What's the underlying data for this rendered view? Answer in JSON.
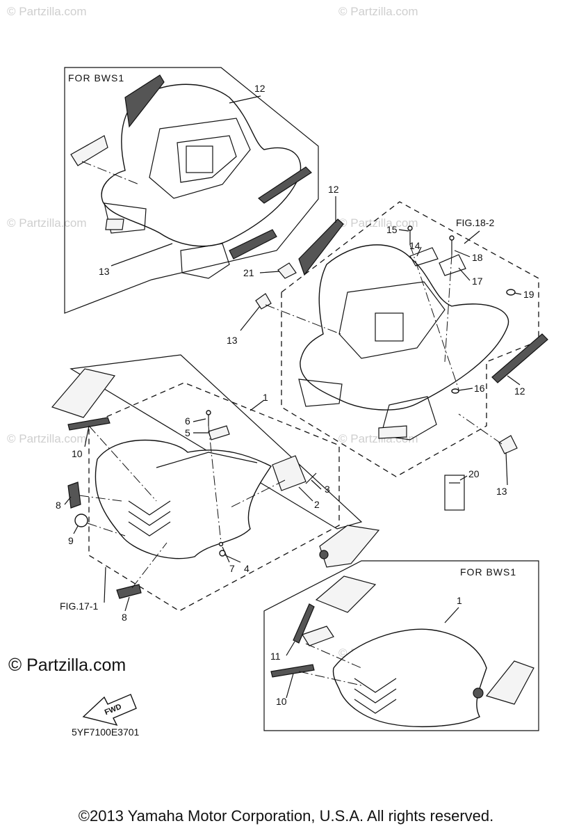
{
  "watermarks": [
    "© Partzilla.com",
    "© Partzilla.com",
    "© Partzilla.com",
    "© Partzilla.com",
    "© Partzilla.com",
    "© Partzilla.com",
    "© Partzilla.com"
  ],
  "boxes": {
    "top_left_header": "FOR  BWS1",
    "bottom_right_header": "FOR  BWS1"
  },
  "figure_refs": {
    "rear": "FIG.18-2",
    "front": "FIG.17-1"
  },
  "callouts": {
    "n1a": "1",
    "n1b": "1",
    "n2": "2",
    "n3": "3",
    "n4": "4",
    "n5": "5",
    "n6": "6",
    "n7": "7",
    "n8a": "8",
    "n8b": "8",
    "n9": "9",
    "n10a": "10",
    "n10b": "10",
    "n11": "11",
    "n12a": "12",
    "n12b": "12",
    "n12c": "12",
    "n13a": "13",
    "n13b": "13",
    "n13c": "13",
    "n14": "14",
    "n15": "15",
    "n16": "16",
    "n17": "17",
    "n18": "18",
    "n19": "19",
    "n20": "20",
    "n21": "21"
  },
  "fwd_label": "FWD",
  "drawing_code": "5YF7100E3701",
  "brand": {
    "symbol": "©",
    "text": "Partzilla.com"
  },
  "footer": "©2013 Yamaha Motor Corporation, U.S.A. All rights reserved."
}
